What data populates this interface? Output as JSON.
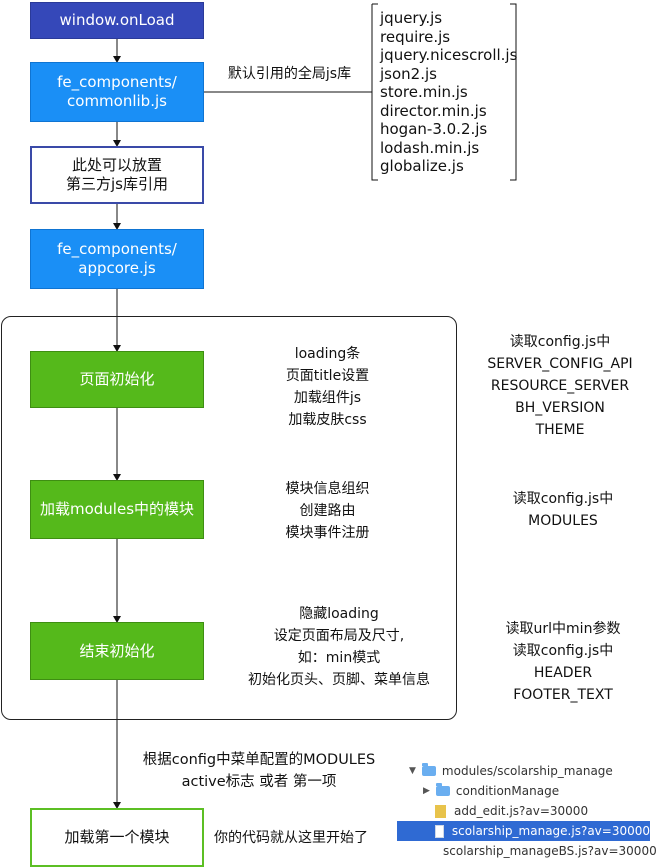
{
  "nodes": {
    "onload": [
      "window.onLoad"
    ],
    "commonlib": [
      "fe_components/",
      "commonlib.js"
    ],
    "thirdparty": [
      "此处可以放置",
      "第三方js库引用"
    ],
    "appcore": [
      "fe_components/",
      "appcore.js"
    ],
    "init": [
      "页面初始化"
    ],
    "modules": [
      "加载modules中的模块"
    ],
    "finish": [
      "结束初始化"
    ],
    "first": [
      "加载第一个模块"
    ]
  },
  "commonlib_label": "默认引用的全局js库",
  "global_libs": [
    "jquery.js",
    "require.js",
    "jquery.nicescroll.js",
    "json2.js",
    "store.min.js",
    "director.min.js",
    "hogan-3.0.2.js",
    "lodash.min.js",
    "globalize.js"
  ],
  "init_steps": [
    "loading条",
    "页面title设置",
    "加载组件js",
    "加载皮肤css"
  ],
  "init_config": [
    "读取config.js中",
    "SERVER_CONFIG_API",
    "RESOURCE_SERVER",
    "BH_VERSION",
    "THEME"
  ],
  "modules_steps": [
    "模块信息组织",
    "创建路由",
    "模块事件注册"
  ],
  "modules_config": [
    "读取config.js中",
    "MODULES"
  ],
  "finish_steps": [
    "隐藏loading",
    "设定页面布局及尺寸,",
    "如：min模式",
    "初始化页头、页脚、菜单信息"
  ],
  "finish_config": [
    "读取url中min参数",
    "读取config.js中",
    "HEADER",
    "FOOTER_TEXT"
  ],
  "first_module_note": [
    "根据config中菜单配置的MODULES",
    "active标志 或者 第一项"
  ],
  "code_start_label": "你的代码就从这里开始了",
  "file_tree": [
    {
      "label": "modules/scolarship_manage",
      "kind": "folder-open",
      "selected": false
    },
    {
      "label": "conditionManage",
      "kind": "folder-closed",
      "selected": false
    },
    {
      "label": "add_edit.js?av=30000",
      "kind": "file",
      "selected": false
    },
    {
      "label": "scolarship_manage.js?av=30000",
      "kind": "file",
      "selected": true
    },
    {
      "label": "scolarship_manageBS.js?av=30000",
      "kind": "file",
      "selected": false
    }
  ],
  "colors": {
    "navy": "#3548b9",
    "blue": "#1a8ff6",
    "green": "#55b91b",
    "selection": "#2f6ad3"
  }
}
